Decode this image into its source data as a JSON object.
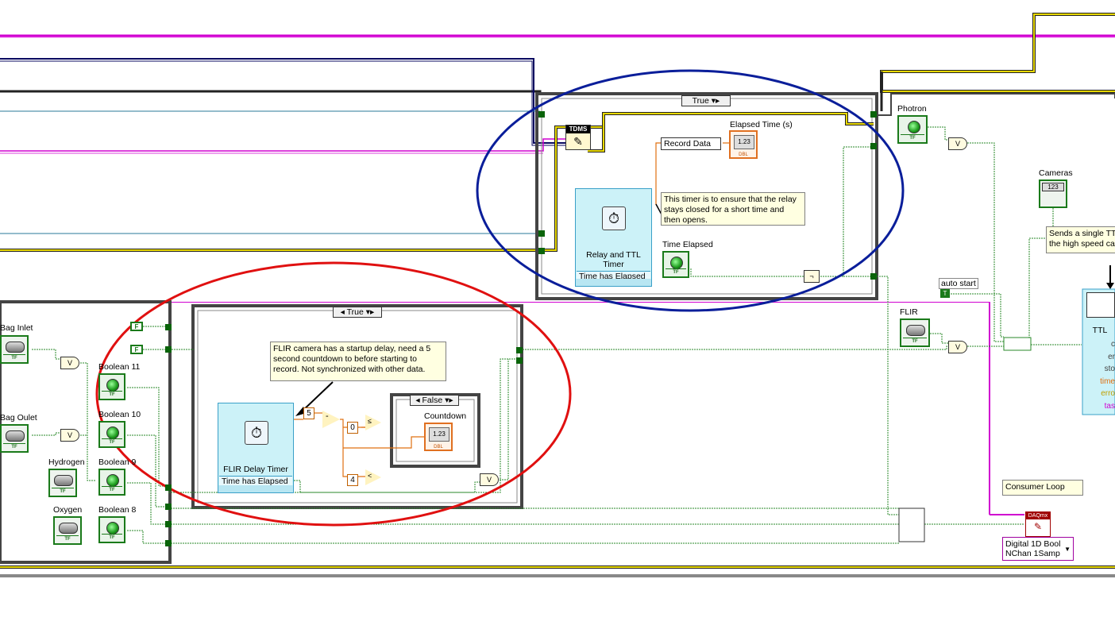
{
  "case_structures": {
    "top": {
      "selector": "True"
    },
    "left": {
      "selector": "True"
    },
    "inner": {
      "selector": "False"
    }
  },
  "nodes": {
    "tdms_label": "TDMS",
    "elapsed_time_label": "Elapsed Time (s)",
    "record_data_label": "Record Data",
    "relay_timer_title": "Relay and TTL Timer",
    "relay_timer_output": "Time has Elapsed",
    "time_elapsed_label": "Time Elapsed",
    "flir_timer_title": "FLIR Delay Timer",
    "flir_timer_output": "Time has Elapsed",
    "countdown_label": "Countdown",
    "photron_label": "Photron",
    "cameras_label": "Cameras",
    "auto_start_label": "auto start",
    "flir_label": "FLIR",
    "ttl_title": "TTL",
    "ttl_terminals": [
      "c",
      "er",
      "sto",
      "time",
      "erro",
      "tas"
    ],
    "consumer_loop_label": "Consumer Loop",
    "daqmx_label": "DAQmx",
    "daqmx_mode": "Digital 1D Bool NChan 1Samp",
    "bag_inlet_label": "Bag Inlet",
    "bag_outlet_label": "Bag Oulet",
    "hydrogen_label": "Hydrogen",
    "oxygen_label": "Oxygen",
    "boolean_labels": [
      "Boolean 11",
      "Boolean 10",
      "Boolean 9",
      "Boolean 8"
    ],
    "dbl_display": "1.23",
    "dbl_type": "DBL",
    "tf_text": "TF",
    "f_const": "F",
    "t_const": "T",
    "const_5": "5",
    "const_0": "0",
    "const_4": "4"
  },
  "comments": {
    "relay_note": "This timer is to ensure that the relay stays closed for a short time and then opens.",
    "flir_note": "FLIR camera has a startup delay, need a 5 second countdown to before starting to record. Not synchronized with other data.",
    "ttl_note": "Sends a single TTL the high speed ca"
  },
  "highlight_colors": {
    "blue_ellipse": "#0a1e9a",
    "red_ellipse": "#e01010",
    "pink_wire": "#d000d0",
    "yellow_wire": "#b8a800",
    "green_wire": "#2a8a2a"
  }
}
